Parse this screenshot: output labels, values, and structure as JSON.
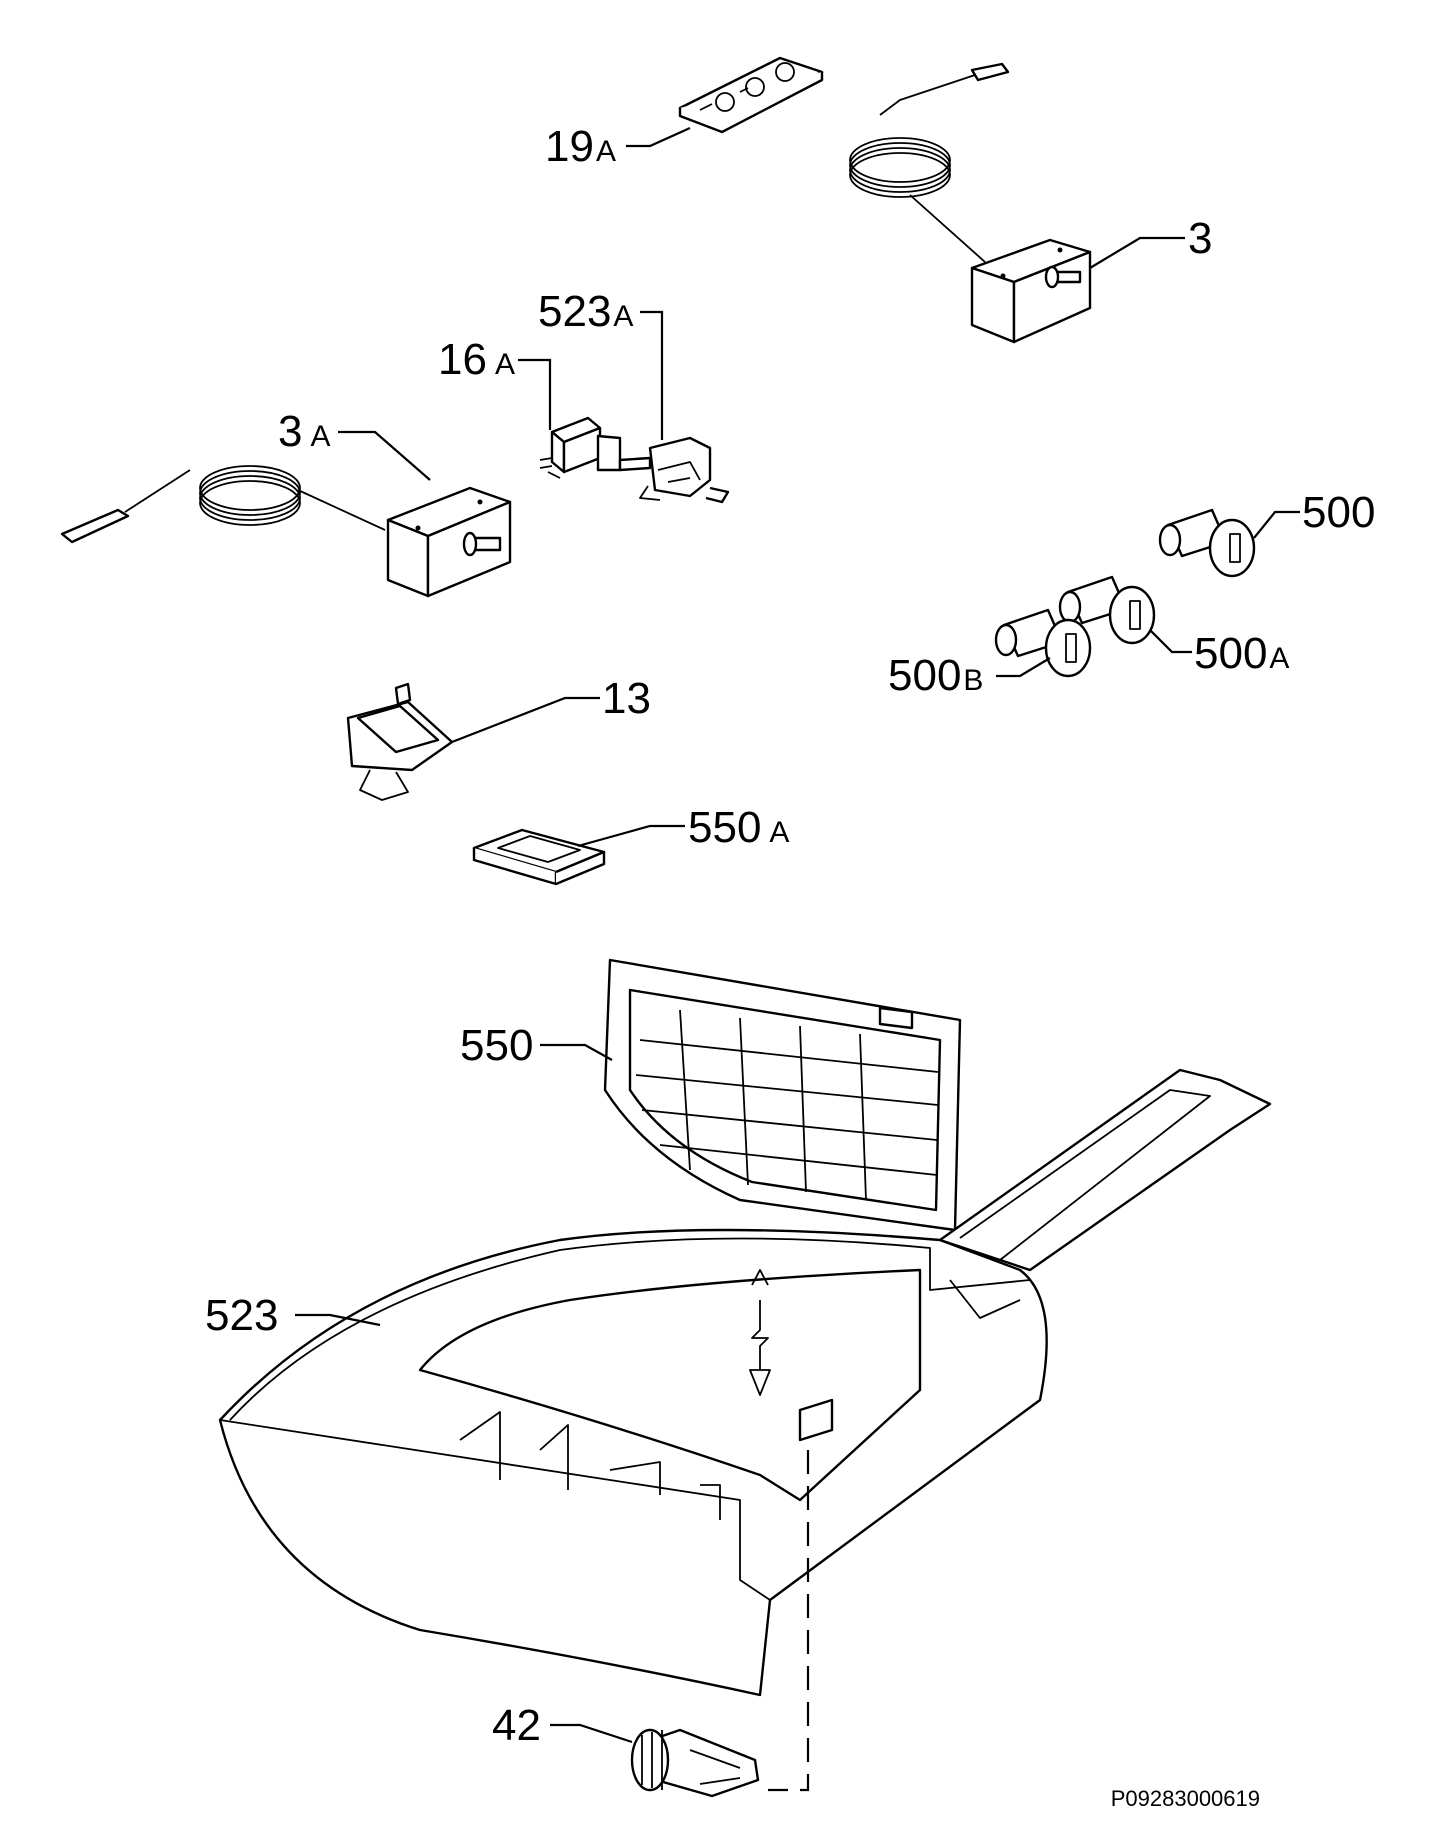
{
  "labels": {
    "p19a": {
      "num": "19",
      "suffix": "A"
    },
    "p3": {
      "num": "3",
      "suffix": ""
    },
    "p523a": {
      "num": "523",
      "suffix": "A"
    },
    "p16a": {
      "num": "16",
      "suffix": "A"
    },
    "p3a": {
      "num": "3",
      "suffix": "A"
    },
    "p500": {
      "num": "500",
      "suffix": ""
    },
    "p500a": {
      "num": "500",
      "suffix": "A"
    },
    "p500b": {
      "num": "500",
      "suffix": "B"
    },
    "p13": {
      "num": "13",
      "suffix": ""
    },
    "p550a": {
      "num": "550",
      "suffix": "A"
    },
    "p550": {
      "num": "550",
      "suffix": ""
    },
    "p523": {
      "num": "523",
      "suffix": ""
    },
    "p42": {
      "num": "42",
      "suffix": ""
    }
  },
  "drawing_ref": "P09283000619"
}
